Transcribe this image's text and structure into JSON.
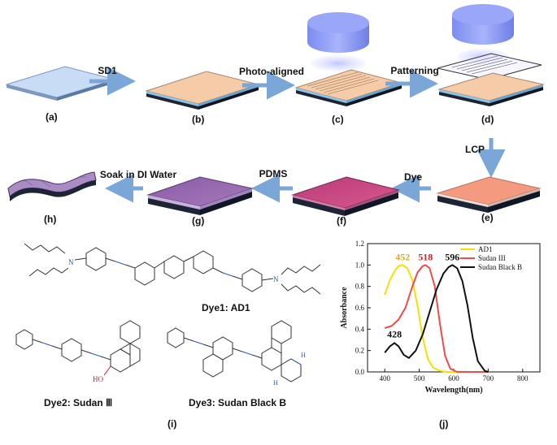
{
  "process": {
    "steps": [
      {
        "id": "a",
        "label": "(a)"
      },
      {
        "id": "b",
        "label": "(b)"
      },
      {
        "id": "c",
        "label": "(c)"
      },
      {
        "id": "d",
        "label": "(d)"
      },
      {
        "id": "e",
        "label": "(e)"
      },
      {
        "id": "f",
        "label": "(f)"
      },
      {
        "id": "g",
        "label": "(g)"
      },
      {
        "id": "h",
        "label": "(h)"
      }
    ],
    "arrows": {
      "a_b": "SD1",
      "b_c": "Photo-aligned",
      "c_d": "Patterning",
      "d_e": "LCP",
      "e_f": "Dye",
      "f_g": "PDMS",
      "g_h": "Soak in DI Water"
    }
  },
  "structures": {
    "panel_label": "(i)",
    "dye1": "Dye1: AD1",
    "dye2": "Dye2: Sudan Ⅲ",
    "dye3": "Dye3: Sudan Black B",
    "atom_N": "N",
    "atom_HO": "HO",
    "atom_HN": "H",
    "atom_N2": "N",
    "atom_H2": "H"
  },
  "chart_panel_label": "(j)",
  "chart_data": {
    "type": "line",
    "xlabel": "Wavelength(nm)",
    "ylabel": "Absorbance",
    "xlim": [
      350,
      850
    ],
    "ylim": [
      0.0,
      1.2
    ],
    "x_ticks": [
      400,
      500,
      600,
      700,
      800
    ],
    "y_ticks": [
      "0.0",
      "0.2",
      "0.4",
      "0.6",
      "0.8",
      "1.0",
      "1.2"
    ],
    "series": [
      {
        "name": "AD1",
        "color": "#f5e000",
        "x": [
          400,
          415,
          430,
          440,
          452,
          465,
          480,
          495,
          510,
          525,
          540,
          560,
          580,
          600,
          700
        ],
        "y": [
          0.72,
          0.86,
          0.95,
          0.99,
          1.0,
          0.97,
          0.86,
          0.62,
          0.32,
          0.12,
          0.04,
          0.01,
          0.0,
          0.0,
          0.0
        ]
      },
      {
        "name": "Sudan III",
        "color": "#ee4b4b",
        "x": [
          400,
          420,
          440,
          460,
          480,
          495,
          510,
          518,
          530,
          545,
          560,
          575,
          590,
          610,
          700
        ],
        "y": [
          0.41,
          0.43,
          0.49,
          0.6,
          0.8,
          0.93,
          0.99,
          1.0,
          0.97,
          0.8,
          0.45,
          0.15,
          0.03,
          0.0,
          0.0
        ]
      },
      {
        "name": "Sudan Black B",
        "color": "#111111",
        "x": [
          400,
          415,
          428,
          440,
          455,
          470,
          490,
          510,
          530,
          550,
          570,
          585,
          596,
          610,
          625,
          640,
          655,
          670,
          690,
          700
        ],
        "y": [
          0.18,
          0.24,
          0.27,
          0.24,
          0.16,
          0.13,
          0.2,
          0.35,
          0.56,
          0.77,
          0.92,
          0.98,
          1.0,
          0.97,
          0.85,
          0.62,
          0.32,
          0.1,
          0.01,
          0.0
        ]
      }
    ],
    "annotations": [
      {
        "text": "452",
        "x": 452,
        "y": 1.02,
        "color": "#e2a52a"
      },
      {
        "text": "518",
        "x": 518,
        "y": 1.02,
        "color": "#d01f1f"
      },
      {
        "text": "596",
        "x": 596,
        "y": 1.02,
        "color": "#111111"
      },
      {
        "text": "428",
        "x": 428,
        "y": 0.3,
        "color": "#111111"
      }
    ],
    "legend_position": "top-right"
  }
}
